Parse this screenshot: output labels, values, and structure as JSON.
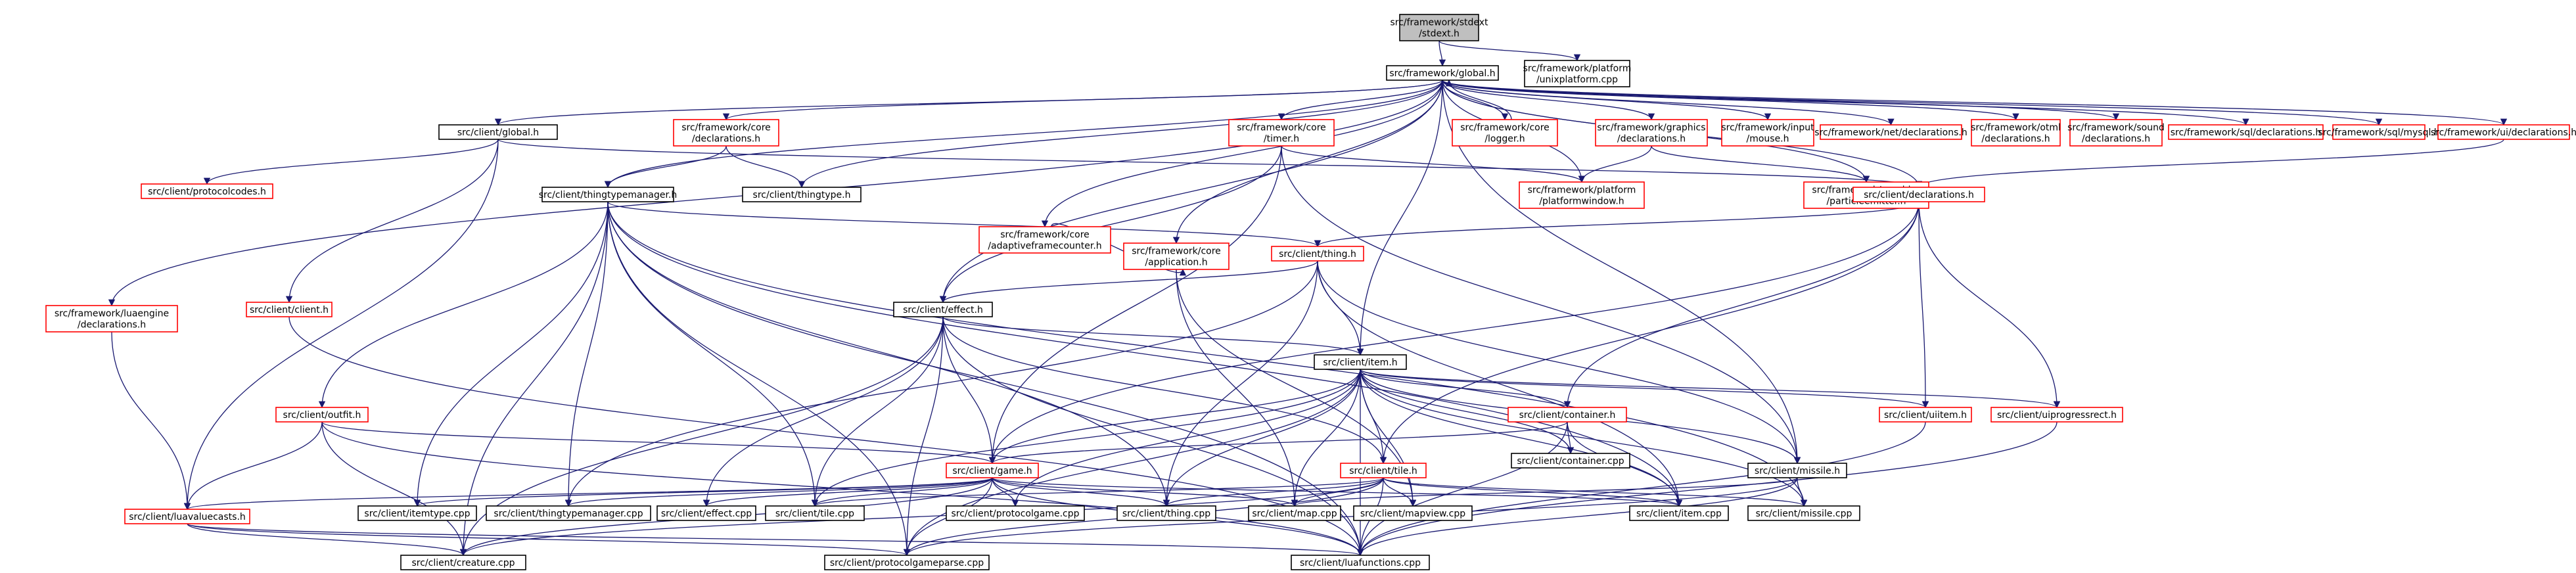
{
  "colors": {
    "red": "#ff0000",
    "black": "#000000",
    "edge": "#191970",
    "root_fill": "#bfbfbf",
    "fill": "#ffffff"
  },
  "nodes": [
    {
      "id": "stdext",
      "lines": [
        "src/framework/stdext",
        "/stdext.h"
      ],
      "style": "root"
    },
    {
      "id": "fglobal",
      "lines": [
        "src/framework/global.h"
      ],
      "style": "black"
    },
    {
      "id": "unixplat",
      "lines": [
        "src/framework/platform",
        "/unixplatform.cpp"
      ],
      "style": "black"
    },
    {
      "id": "cglobal",
      "lines": [
        "src/client/global.h"
      ],
      "style": "black"
    },
    {
      "id": "coredecl",
      "lines": [
        "src/framework/core",
        "/declarations.h"
      ],
      "style": "red"
    },
    {
      "id": "timer",
      "lines": [
        "src/framework/core",
        "/timer.h"
      ],
      "style": "red"
    },
    {
      "id": "logger",
      "lines": [
        "src/framework/core",
        "/logger.h"
      ],
      "style": "red"
    },
    {
      "id": "gfxdecl",
      "lines": [
        "src/framework/graphics",
        "/declarations.h"
      ],
      "style": "red"
    },
    {
      "id": "input",
      "lines": [
        "src/framework/input",
        "/mouse.h"
      ],
      "style": "red"
    },
    {
      "id": "netdecl",
      "lines": [
        "src/framework/net/declarations.h"
      ],
      "style": "red"
    },
    {
      "id": "otmldecl",
      "lines": [
        "src/framework/otml",
        "/declarations.h"
      ],
      "style": "red"
    },
    {
      "id": "sounddecl",
      "lines": [
        "src/framework/sound",
        "/declarations.h"
      ],
      "style": "red"
    },
    {
      "id": "sqldecl",
      "lines": [
        "src/framework/sql/declarations.h"
      ],
      "style": "red"
    },
    {
      "id": "mysql",
      "lines": [
        "src/framework/sql/mysql.h"
      ],
      "style": "red"
    },
    {
      "id": "uidecl",
      "lines": [
        "src/framework/ui/declarations.h"
      ],
      "style": "red"
    },
    {
      "id": "protocolcodes",
      "lines": [
        "src/client/protocolcodes.h"
      ],
      "style": "red"
    },
    {
      "id": "thingtypemgr",
      "lines": [
        "src/client/thingtypemanager.h"
      ],
      "style": "black"
    },
    {
      "id": "thingtype",
      "lines": [
        "src/client/thingtype.h"
      ],
      "style": "black"
    },
    {
      "id": "platwin",
      "lines": [
        "src/framework/platform",
        "/platformwindow.h"
      ],
      "style": "red"
    },
    {
      "id": "particle",
      "lines": [
        "src/framework/graphics",
        "/particleemitter.h"
      ],
      "style": "red"
    },
    {
      "id": "cdecl",
      "lines": [
        "src/client/declarations.h"
      ],
      "style": "red"
    },
    {
      "id": "adaptive",
      "lines": [
        "src/framework/core",
        "/adaptiveframecounter.h"
      ],
      "style": "red"
    },
    {
      "id": "application",
      "lines": [
        "src/framework/core",
        "/application.h"
      ],
      "style": "red"
    },
    {
      "id": "thing",
      "lines": [
        "src/client/thing.h"
      ],
      "style": "red"
    },
    {
      "id": "client",
      "lines": [
        "src/client/client.h"
      ],
      "style": "red"
    },
    {
      "id": "effect",
      "lines": [
        "src/client/effect.h"
      ],
      "style": "black"
    },
    {
      "id": "luadecl",
      "lines": [
        "src/framework/luaengine",
        "/declarations.h"
      ],
      "style": "red"
    },
    {
      "id": "item",
      "lines": [
        "src/client/item.h"
      ],
      "style": "black"
    },
    {
      "id": "outfit",
      "lines": [
        "src/client/outfit.h"
      ],
      "style": "red"
    },
    {
      "id": "container",
      "lines": [
        "src/client/container.h"
      ],
      "style": "red"
    },
    {
      "id": "uiitem",
      "lines": [
        "src/client/uiitem.h"
      ],
      "style": "red"
    },
    {
      "id": "uiprogress",
      "lines": [
        "src/client/uiprogressrect.h"
      ],
      "style": "red"
    },
    {
      "id": "containercpp",
      "lines": [
        "src/client/container.cpp"
      ],
      "style": "black"
    },
    {
      "id": "game",
      "lines": [
        "src/client/game.h"
      ],
      "style": "red"
    },
    {
      "id": "tile",
      "lines": [
        "src/client/tile.h"
      ],
      "style": "red"
    },
    {
      "id": "missile",
      "lines": [
        "src/client/missile.h"
      ],
      "style": "black"
    },
    {
      "id": "luavalue",
      "lines": [
        "src/client/luavaluecasts.h"
      ],
      "style": "red"
    },
    {
      "id": "itemtypecpp",
      "lines": [
        "src/client/itemtype.cpp"
      ],
      "style": "black"
    },
    {
      "id": "ttmcpp",
      "lines": [
        "src/client/thingtypemanager.cpp"
      ],
      "style": "black"
    },
    {
      "id": "effectcpp",
      "lines": [
        "src/client/effect.cpp"
      ],
      "style": "black"
    },
    {
      "id": "tilecpp",
      "lines": [
        "src/client/tile.cpp"
      ],
      "style": "black"
    },
    {
      "id": "protogamecpp",
      "lines": [
        "src/client/protocolgame.cpp"
      ],
      "style": "black"
    },
    {
      "id": "thingcpp",
      "lines": [
        "src/client/thing.cpp"
      ],
      "style": "black"
    },
    {
      "id": "mapcpp",
      "lines": [
        "src/client/map.cpp"
      ],
      "style": "black"
    },
    {
      "id": "mapviewcpp",
      "lines": [
        "src/client/mapview.cpp"
      ],
      "style": "black"
    },
    {
      "id": "itemcpp",
      "lines": [
        "src/client/item.cpp"
      ],
      "style": "black"
    },
    {
      "id": "missilecpp",
      "lines": [
        "src/client/missile.cpp"
      ],
      "style": "black"
    },
    {
      "id": "creaturecpp",
      "lines": [
        "src/client/creature.cpp"
      ],
      "style": "black"
    },
    {
      "id": "protoparsecpp",
      "lines": [
        "src/client/protocolgameparse.cpp"
      ],
      "style": "black"
    },
    {
      "id": "luafunccpp",
      "lines": [
        "src/client/luafunctions.cpp"
      ],
      "style": "black"
    }
  ],
  "edges": [
    [
      "stdext",
      "fglobal"
    ],
    [
      "stdext",
      "unixplat"
    ],
    [
      "fglobal",
      "cglobal"
    ],
    [
      "fglobal",
      "coredecl"
    ],
    [
      "fglobal",
      "timer"
    ],
    [
      "fglobal",
      "logger"
    ],
    [
      "fglobal",
      "gfxdecl"
    ],
    [
      "fglobal",
      "input"
    ],
    [
      "fglobal",
      "netdecl"
    ],
    [
      "fglobal",
      "otmldecl"
    ],
    [
      "fglobal",
      "sounddecl"
    ],
    [
      "fglobal",
      "sqldecl"
    ],
    [
      "fglobal",
      "mysql"
    ],
    [
      "fglobal",
      "uidecl"
    ],
    [
      "fglobal",
      "thingtypemgr"
    ],
    [
      "fglobal",
      "thingtype"
    ],
    [
      "fglobal",
      "platwin"
    ],
    [
      "fglobal",
      "particle"
    ],
    [
      "fglobal",
      "adaptive"
    ],
    [
      "fglobal",
      "application"
    ],
    [
      "fglobal",
      "luadecl"
    ],
    [
      "fglobal",
      "effect"
    ],
    [
      "fglobal",
      "item"
    ],
    [
      "fglobal",
      "missile"
    ],
    [
      "fglobal",
      "cdecl"
    ],
    [
      "logger",
      "fglobal"
    ],
    [
      "cglobal",
      "protocolcodes"
    ],
    [
      "cglobal",
      "client"
    ],
    [
      "cglobal",
      "luavalue"
    ],
    [
      "cglobal",
      "cdecl"
    ],
    [
      "coredecl",
      "thingtypemgr"
    ],
    [
      "coredecl",
      "thingtype"
    ],
    [
      "timer",
      "effect"
    ],
    [
      "timer",
      "platwin"
    ],
    [
      "timer",
      "game"
    ],
    [
      "timer",
      "missile"
    ],
    [
      "gfxdecl",
      "platwin"
    ],
    [
      "gfxdecl",
      "particle"
    ],
    [
      "uidecl",
      "cdecl"
    ],
    [
      "adaptive",
      "application"
    ],
    [
      "application",
      "mapviewcpp"
    ],
    [
      "application",
      "mapcpp"
    ],
    [
      "thingtypemgr",
      "thing"
    ],
    [
      "thingtypemgr",
      "outfit"
    ],
    [
      "thingtypemgr",
      "itemtypecpp"
    ],
    [
      "thingtypemgr",
      "ttmcpp"
    ],
    [
      "thingtypemgr",
      "tilecpp"
    ],
    [
      "thingtypemgr",
      "thingcpp"
    ],
    [
      "thingtypemgr",
      "itemcpp"
    ],
    [
      "thingtypemgr",
      "missilecpp"
    ],
    [
      "thingtypemgr",
      "creaturecpp"
    ],
    [
      "thingtypemgr",
      "protoparsecpp"
    ],
    [
      "thingtypemgr",
      "luafunccpp"
    ],
    [
      "cdecl",
      "thing"
    ],
    [
      "cdecl",
      "container"
    ],
    [
      "cdecl",
      "uiitem"
    ],
    [
      "cdecl",
      "uiprogress"
    ],
    [
      "cdecl",
      "tile"
    ],
    [
      "cdecl",
      "game"
    ],
    [
      "thing",
      "effect"
    ],
    [
      "thing",
      "item"
    ],
    [
      "thing",
      "missile"
    ],
    [
      "thing",
      "thingcpp"
    ],
    [
      "thing",
      "ttmcpp"
    ],
    [
      "thing",
      "itemcpp"
    ],
    [
      "client",
      "luafunccpp"
    ],
    [
      "effect",
      "item"
    ],
    [
      "effect",
      "game"
    ],
    [
      "effect",
      "tile"
    ],
    [
      "effect",
      "effectcpp"
    ],
    [
      "effect",
      "tilecpp"
    ],
    [
      "effect",
      "luafunccpp"
    ],
    [
      "effect",
      "protoparsecpp"
    ],
    [
      "effect",
      "creaturecpp"
    ],
    [
      "luadecl",
      "luavalue"
    ],
    [
      "item",
      "container"
    ],
    [
      "item",
      "uiitem"
    ],
    [
      "item",
      "uiprogress"
    ],
    [
      "item",
      "game"
    ],
    [
      "item",
      "tile"
    ],
    [
      "item",
      "missile"
    ],
    [
      "item",
      "containercpp"
    ],
    [
      "item",
      "itemcpp"
    ],
    [
      "item",
      "mapcpp"
    ],
    [
      "item",
      "mapviewcpp"
    ],
    [
      "item",
      "tilecpp"
    ],
    [
      "item",
      "protogamecpp"
    ],
    [
      "item",
      "thingcpp"
    ],
    [
      "item",
      "luafunccpp"
    ],
    [
      "item",
      "protoparsecpp"
    ],
    [
      "item",
      "missilecpp"
    ],
    [
      "outfit",
      "game"
    ],
    [
      "outfit",
      "luavalue"
    ],
    [
      "outfit",
      "luafunccpp"
    ],
    [
      "outfit",
      "creaturecpp"
    ],
    [
      "container",
      "game"
    ],
    [
      "container",
      "containercpp"
    ],
    [
      "container",
      "itemcpp"
    ],
    [
      "container",
      "luafunccpp"
    ],
    [
      "uiitem",
      "luafunccpp"
    ],
    [
      "uiprogress",
      "luafunccpp"
    ],
    [
      "game",
      "luavalue"
    ],
    [
      "game",
      "itemtypecpp"
    ],
    [
      "game",
      "ttmcpp"
    ],
    [
      "game",
      "effectcpp"
    ],
    [
      "game",
      "tilecpp"
    ],
    [
      "game",
      "protogamecpp"
    ],
    [
      "game",
      "thingcpp"
    ],
    [
      "game",
      "mapcpp"
    ],
    [
      "game",
      "itemcpp"
    ],
    [
      "game",
      "creaturecpp"
    ],
    [
      "game",
      "protoparsecpp"
    ],
    [
      "game",
      "luafunccpp"
    ],
    [
      "tile",
      "mapcpp"
    ],
    [
      "tile",
      "mapviewcpp"
    ],
    [
      "tile",
      "tilecpp"
    ],
    [
      "tile",
      "thingcpp"
    ],
    [
      "tile",
      "itemcpp"
    ],
    [
      "tile",
      "creaturecpp"
    ],
    [
      "tile",
      "protoparsecpp"
    ],
    [
      "tile",
      "luafunccpp"
    ],
    [
      "tile",
      "missilecpp"
    ],
    [
      "missile",
      "mapcpp"
    ],
    [
      "missile",
      "missilecpp"
    ],
    [
      "missile",
      "luafunccpp"
    ],
    [
      "missile",
      "protoparsecpp"
    ],
    [
      "luavalue",
      "creaturecpp"
    ],
    [
      "luavalue",
      "protoparsecpp"
    ],
    [
      "luavalue",
      "luafunccpp"
    ]
  ]
}
